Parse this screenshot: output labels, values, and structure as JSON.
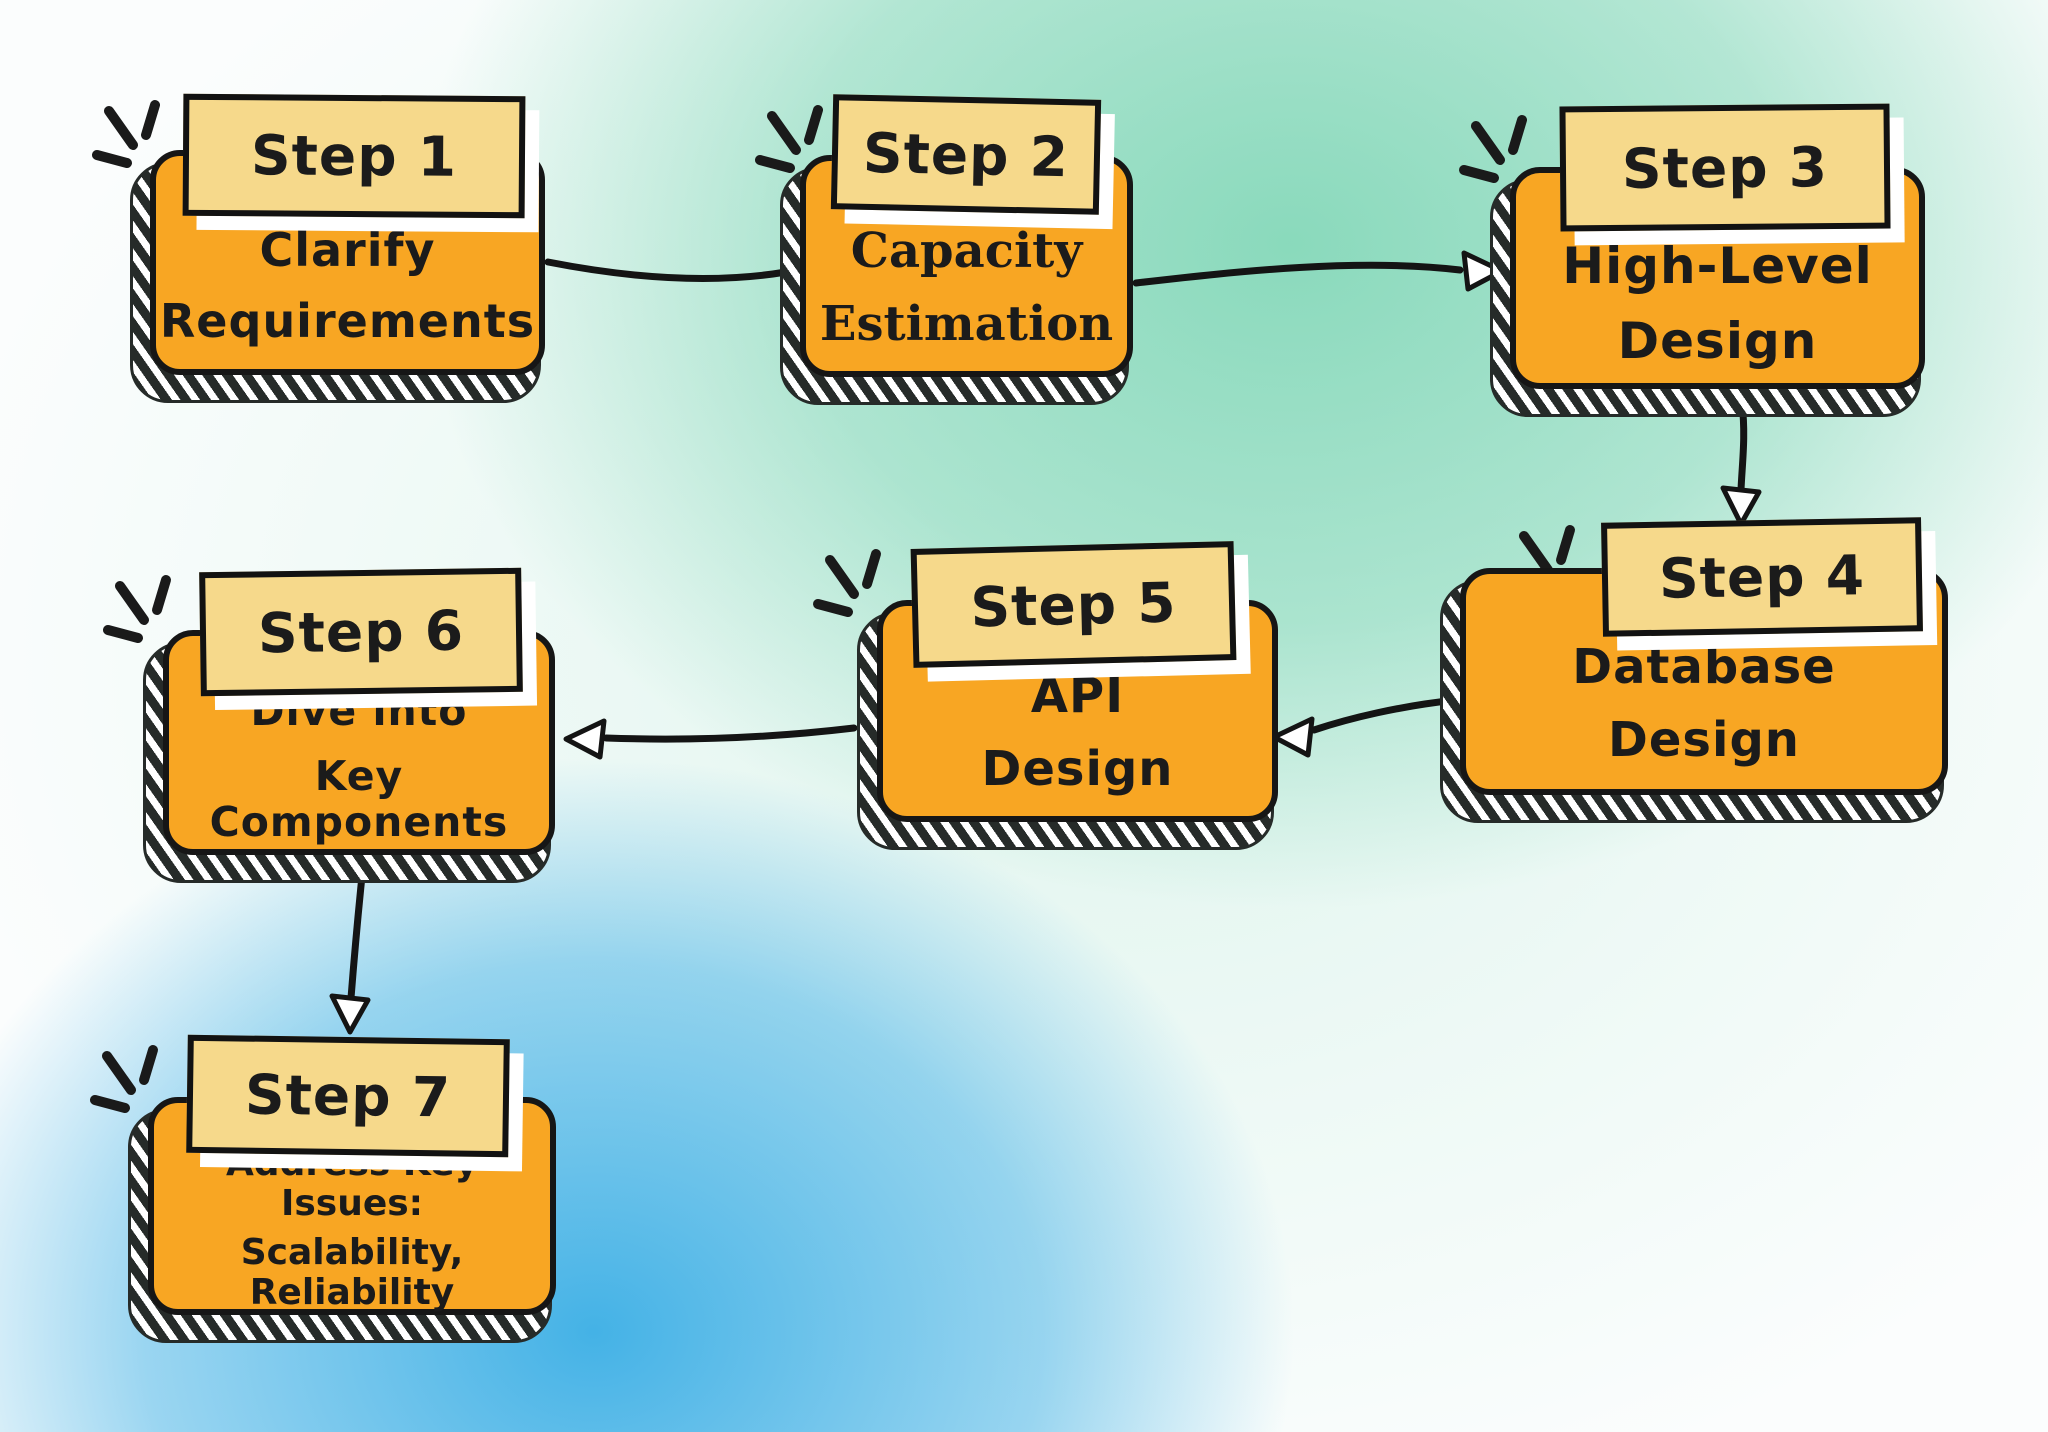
{
  "colors": {
    "box_fill": "#F8A623",
    "tag_fill": "#F6D98B",
    "outline": "#161616",
    "background_green": "#7CD5B4",
    "background_blue": "#3AAEE5",
    "shadow_hatch": "#262B29"
  },
  "steps": [
    {
      "tag": "Step 1",
      "line1": "Clarify",
      "line2": "Requirements"
    },
    {
      "tag": "Step 2",
      "line1": "Capacity",
      "line2": "Estimation"
    },
    {
      "tag": "Step 3",
      "line1": "High-Level",
      "line2": "Design"
    },
    {
      "tag": "Step 4",
      "line1": "Database",
      "line2": "Design"
    },
    {
      "tag": "Step 5",
      "line1": "API",
      "line2": "Design"
    },
    {
      "tag": "Step 6",
      "line1": "Dive into",
      "line2": "Key Components"
    },
    {
      "tag": "Step 7",
      "line1": "Address Key Issues:",
      "line2": "Scalability, Reliability"
    }
  ],
  "connections": [
    {
      "from": "Step 1",
      "to": "Step 2"
    },
    {
      "from": "Step 2",
      "to": "Step 3"
    },
    {
      "from": "Step 3",
      "to": "Step 4"
    },
    {
      "from": "Step 4",
      "to": "Step 5"
    },
    {
      "from": "Step 5",
      "to": "Step 6"
    },
    {
      "from": "Step 6",
      "to": "Step 7"
    }
  ]
}
